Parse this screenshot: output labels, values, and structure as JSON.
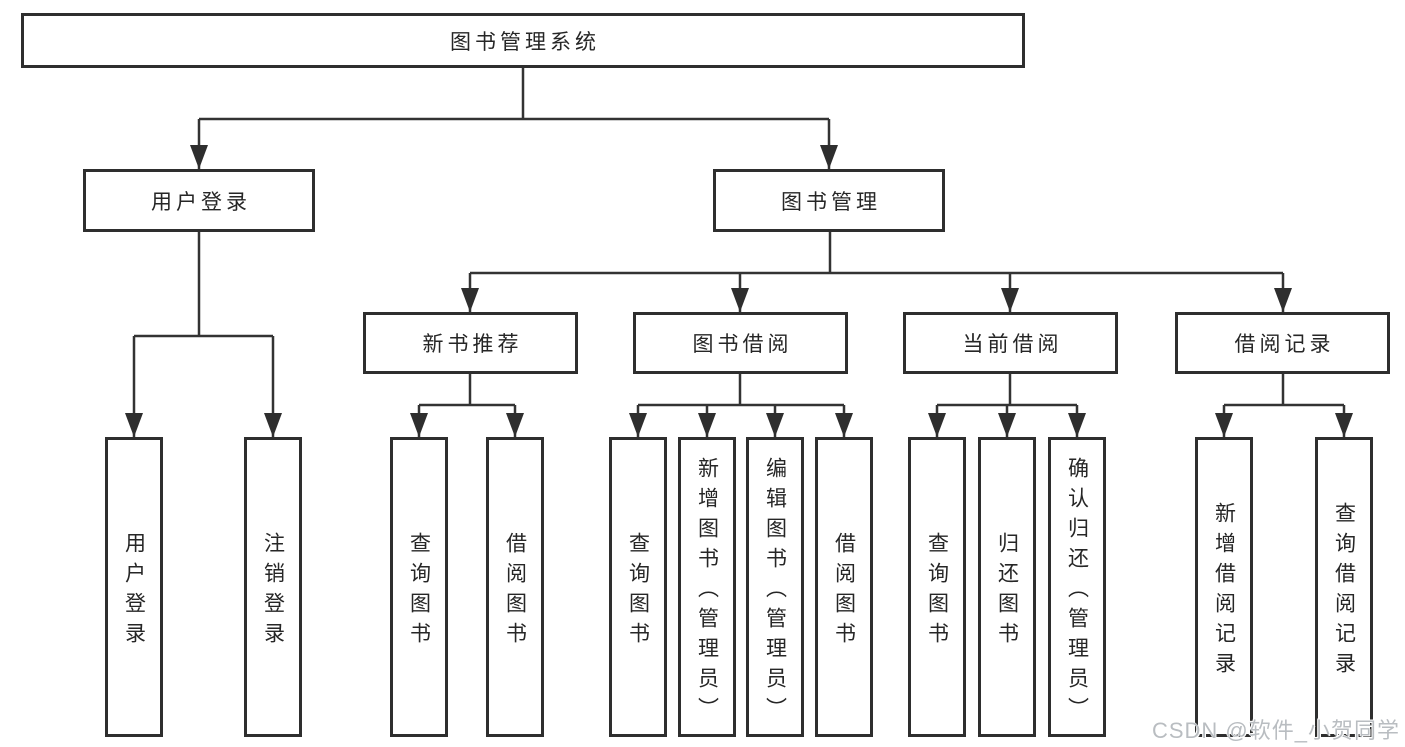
{
  "diagram": {
    "root": {
      "label": "图书管理系统"
    },
    "branches": [
      {
        "label": "用户登录",
        "leaves": [
          {
            "label": "用户登录"
          },
          {
            "label": "注销登录"
          }
        ]
      },
      {
        "label": "图书管理",
        "sections": [
          {
            "label": "新书推荐",
            "leaves": [
              {
                "label": "查询图书"
              },
              {
                "label": "借阅图书"
              }
            ]
          },
          {
            "label": "图书借阅",
            "leaves": [
              {
                "label": "查询图书"
              },
              {
                "label": "新增图书（管理员）"
              },
              {
                "label": "编辑图书（管理员）"
              },
              {
                "label": "借阅图书"
              }
            ]
          },
          {
            "label": "当前借阅",
            "leaves": [
              {
                "label": "查询图书"
              },
              {
                "label": "归还图书"
              },
              {
                "label": "确认归还（管理员）"
              }
            ]
          },
          {
            "label": "借阅记录",
            "leaves": [
              {
                "label": "新增借阅记录"
              },
              {
                "label": "查询借阅记录"
              }
            ]
          }
        ]
      }
    ]
  },
  "watermark": {
    "text": "CSDN @软件_小贺同学"
  },
  "colors": {
    "line": "#333333",
    "box_border": "#2e2e2e",
    "box_fill": "#ffffff",
    "text": "#262626",
    "watermark": "#b9bdc1",
    "background": "#ffffff"
  }
}
